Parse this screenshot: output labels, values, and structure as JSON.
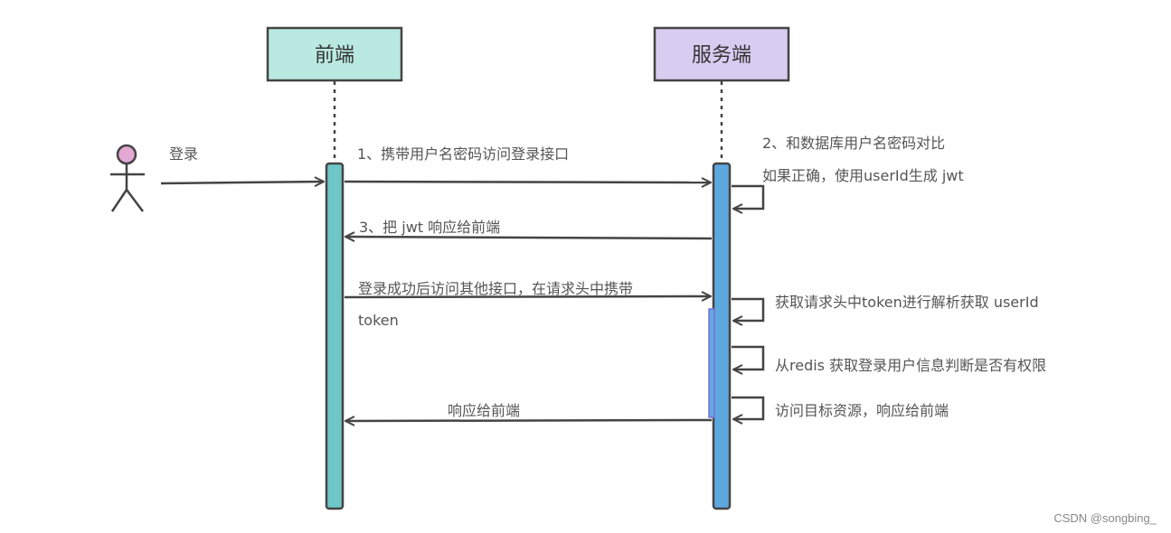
{
  "participants": {
    "frontend": "前端",
    "backend": "服务端"
  },
  "actor_label": "登录",
  "messages": {
    "m1": "1、携带用户名密码访问登录接口",
    "m2_line1": "2、和数据库用户名密码对比",
    "m2_line2": "如果正确，使用userId生成 jwt",
    "m3": "3、把 jwt 响应给前端",
    "m4_line1": "登录成功后访问其他接口，在请求头中携带",
    "m4_line2": "token",
    "s1": "获取请求头中token进行解析获取 userId",
    "s2": "从redis 获取登录用户信息判断是否有权限",
    "s3": "访问目标资源，响应给前端",
    "m5": "响应给前端"
  },
  "watermark": "CSDN @songbing_",
  "colors": {
    "frontend_box": "#b9e9e0",
    "backend_box": "#d9ccf1",
    "frontend_bar": "#6ec6c6",
    "backend_bar": "#5ea8e0",
    "stroke": "#444444",
    "actor_head": "#e3a8d4"
  }
}
